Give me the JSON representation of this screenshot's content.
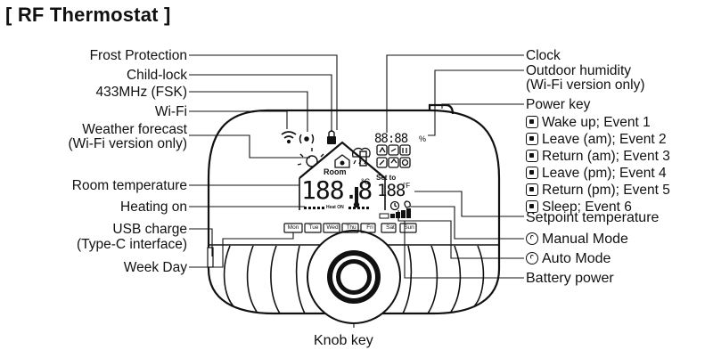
{
  "title": "[ RF Thermostat ]",
  "left_labels": {
    "frost_protection": "Frost Protection",
    "child_lock": "Child-lock",
    "fsk": "433MHz (FSK)",
    "wifi": "Wi-Fi",
    "weather_line1": "Weather forecast",
    "weather_line2": "(Wi-Fi version only)",
    "room_temperature": "Room temperature",
    "heating_on": "Heating on",
    "usb_line1": "USB charge",
    "usb_line2": "(Type-C interface)",
    "week_day": "Week Day"
  },
  "right_labels": {
    "clock": "Clock",
    "humidity_line1": "Outdoor humidity",
    "humidity_line2": "(Wi-Fi version only)",
    "power_key": "Power key",
    "events": [
      "Wake up; Event 1",
      "Leave (am); Event 2",
      "Return (am); Event 3",
      "Leave (pm); Event 4",
      "Return (pm); Event 5",
      "Sleep; Event 6"
    ],
    "setpoint_temperature": "Setpoint temperature",
    "manual_mode": "Manual Mode",
    "auto_mode": "Auto Mode",
    "battery_power": "Battery power"
  },
  "bottom_label": "Knob key",
  "display": {
    "room_caption": "Room",
    "set_caption": "Set to",
    "heat_text": "Heat ON",
    "room_digits": "188.8",
    "set_digits": "188",
    "clock_digits": "88:88",
    "humidity_unit": "%",
    "unit_c": "°C",
    "unit_f": "°F",
    "days": [
      "Mon",
      "Tue",
      "Wed",
      "Thu",
      "Fri",
      "Sat",
      "Sun"
    ]
  },
  "icons": {
    "events": [
      "wake-up-icon",
      "leave-am-icon",
      "return-am-icon",
      "leave-pm-icon",
      "return-pm-icon",
      "sleep-icon"
    ],
    "manual_mode": "hand-icon",
    "auto_mode": "clock-icon"
  }
}
